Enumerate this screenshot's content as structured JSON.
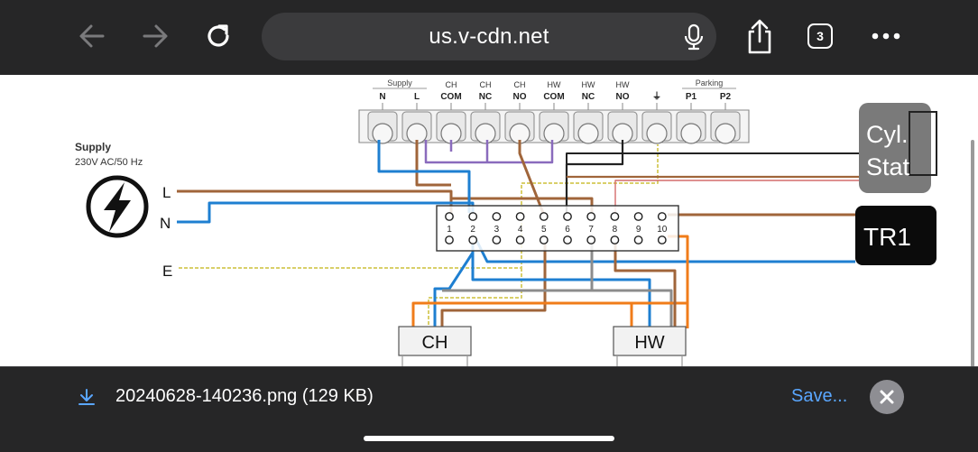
{
  "browser": {
    "url": "us.v-cdn.net",
    "tab_count": "3",
    "icons": [
      "back-arrow-icon",
      "forward-arrow-icon",
      "reload-icon",
      "microphone-icon",
      "share-icon",
      "tabs-icon",
      "more-icon"
    ]
  },
  "diagram": {
    "terminal_groups": {
      "supply": "Supply",
      "parking": "Parking"
    },
    "top_terminals": [
      {
        "top": "",
        "bottom": "N"
      },
      {
        "top": "",
        "bottom": "L"
      },
      {
        "top": "CH",
        "bottom": "COM"
      },
      {
        "top": "CH",
        "bottom": "NC"
      },
      {
        "top": "CH",
        "bottom": "NO"
      },
      {
        "top": "HW",
        "bottom": "COM"
      },
      {
        "top": "HW",
        "bottom": "NC"
      },
      {
        "top": "HW",
        "bottom": "NO"
      },
      {
        "top": "",
        "bottom": "⏚"
      },
      {
        "top": "",
        "bottom": "P1"
      },
      {
        "top": "",
        "bottom": "P2"
      }
    ],
    "supply_title": "Supply",
    "supply_spec": "230V AC/50 Hz",
    "line_labels": {
      "live": "L",
      "neutral": "N",
      "earth": "E"
    },
    "junction_numbers": [
      "1",
      "2",
      "3",
      "4",
      "5",
      "6",
      "7",
      "8",
      "9",
      "10"
    ],
    "devices": {
      "cyl_stat_line1": "Cyl.",
      "cyl_stat_line2": "Stat",
      "tr1": "TR1",
      "ch_valve": "CH",
      "hw_valve": "HW"
    }
  },
  "download": {
    "filename": "20240628-140236.png (129 KB)",
    "save_label": "Save...",
    "icons": [
      "download-icon",
      "close-icon"
    ]
  },
  "colors": {
    "toolbar_bg": "#262627",
    "url_field_bg": "#3b3b3d",
    "link_blue": "#5aa7ff",
    "wire_brown": "#a0653a",
    "wire_blue": "#1e7fd1",
    "wire_purple": "#8a6bbd",
    "wire_orange": "#f07c1a",
    "wire_grey": "#8c8c8c",
    "wire_earth": "#d9cf6a"
  }
}
